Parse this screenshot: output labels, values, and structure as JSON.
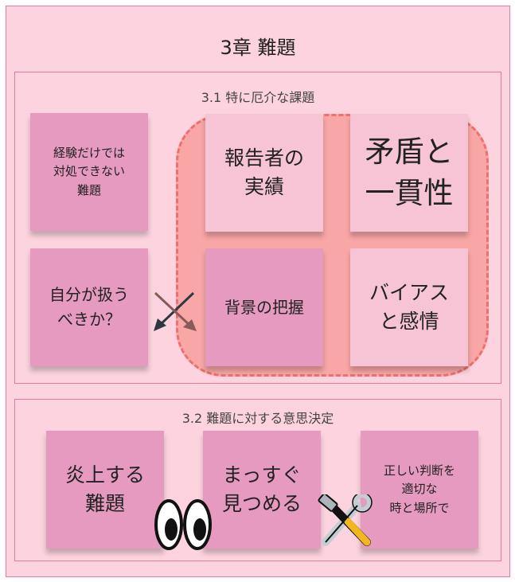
{
  "frame": {
    "title": "3章 難題"
  },
  "section1": {
    "title": "3.1 特に厄介な課題",
    "notes": {
      "experience": "経験だけでは\n対処できない\n難題",
      "ownership": "自分が扱う\nべきか？",
      "reporter": "報告者の\n実績",
      "contradiction": "矛盾と\n一貫性",
      "background": "背景の把握",
      "bias": "バイアス\nと感情"
    }
  },
  "section2": {
    "title": "3.2 難題に対する意思決定",
    "notes": {
      "flaming": "炎上する\n難題",
      "stare": "まっすぐ\n見つめる",
      "right_time": "正しい判断を\n適切な\n時と場所で"
    }
  },
  "colors": {
    "frame_border": "#e07aa6",
    "frame_fill": "#fcd3de",
    "dark_note": "#e69ac0",
    "light_note": "#f6c4d4",
    "dashed_border": "#ee6f6f",
    "dashed_fill": "#f9a6a7"
  },
  "icons": [
    "eyes-icon",
    "tools-icon",
    "arrow-icon"
  ]
}
